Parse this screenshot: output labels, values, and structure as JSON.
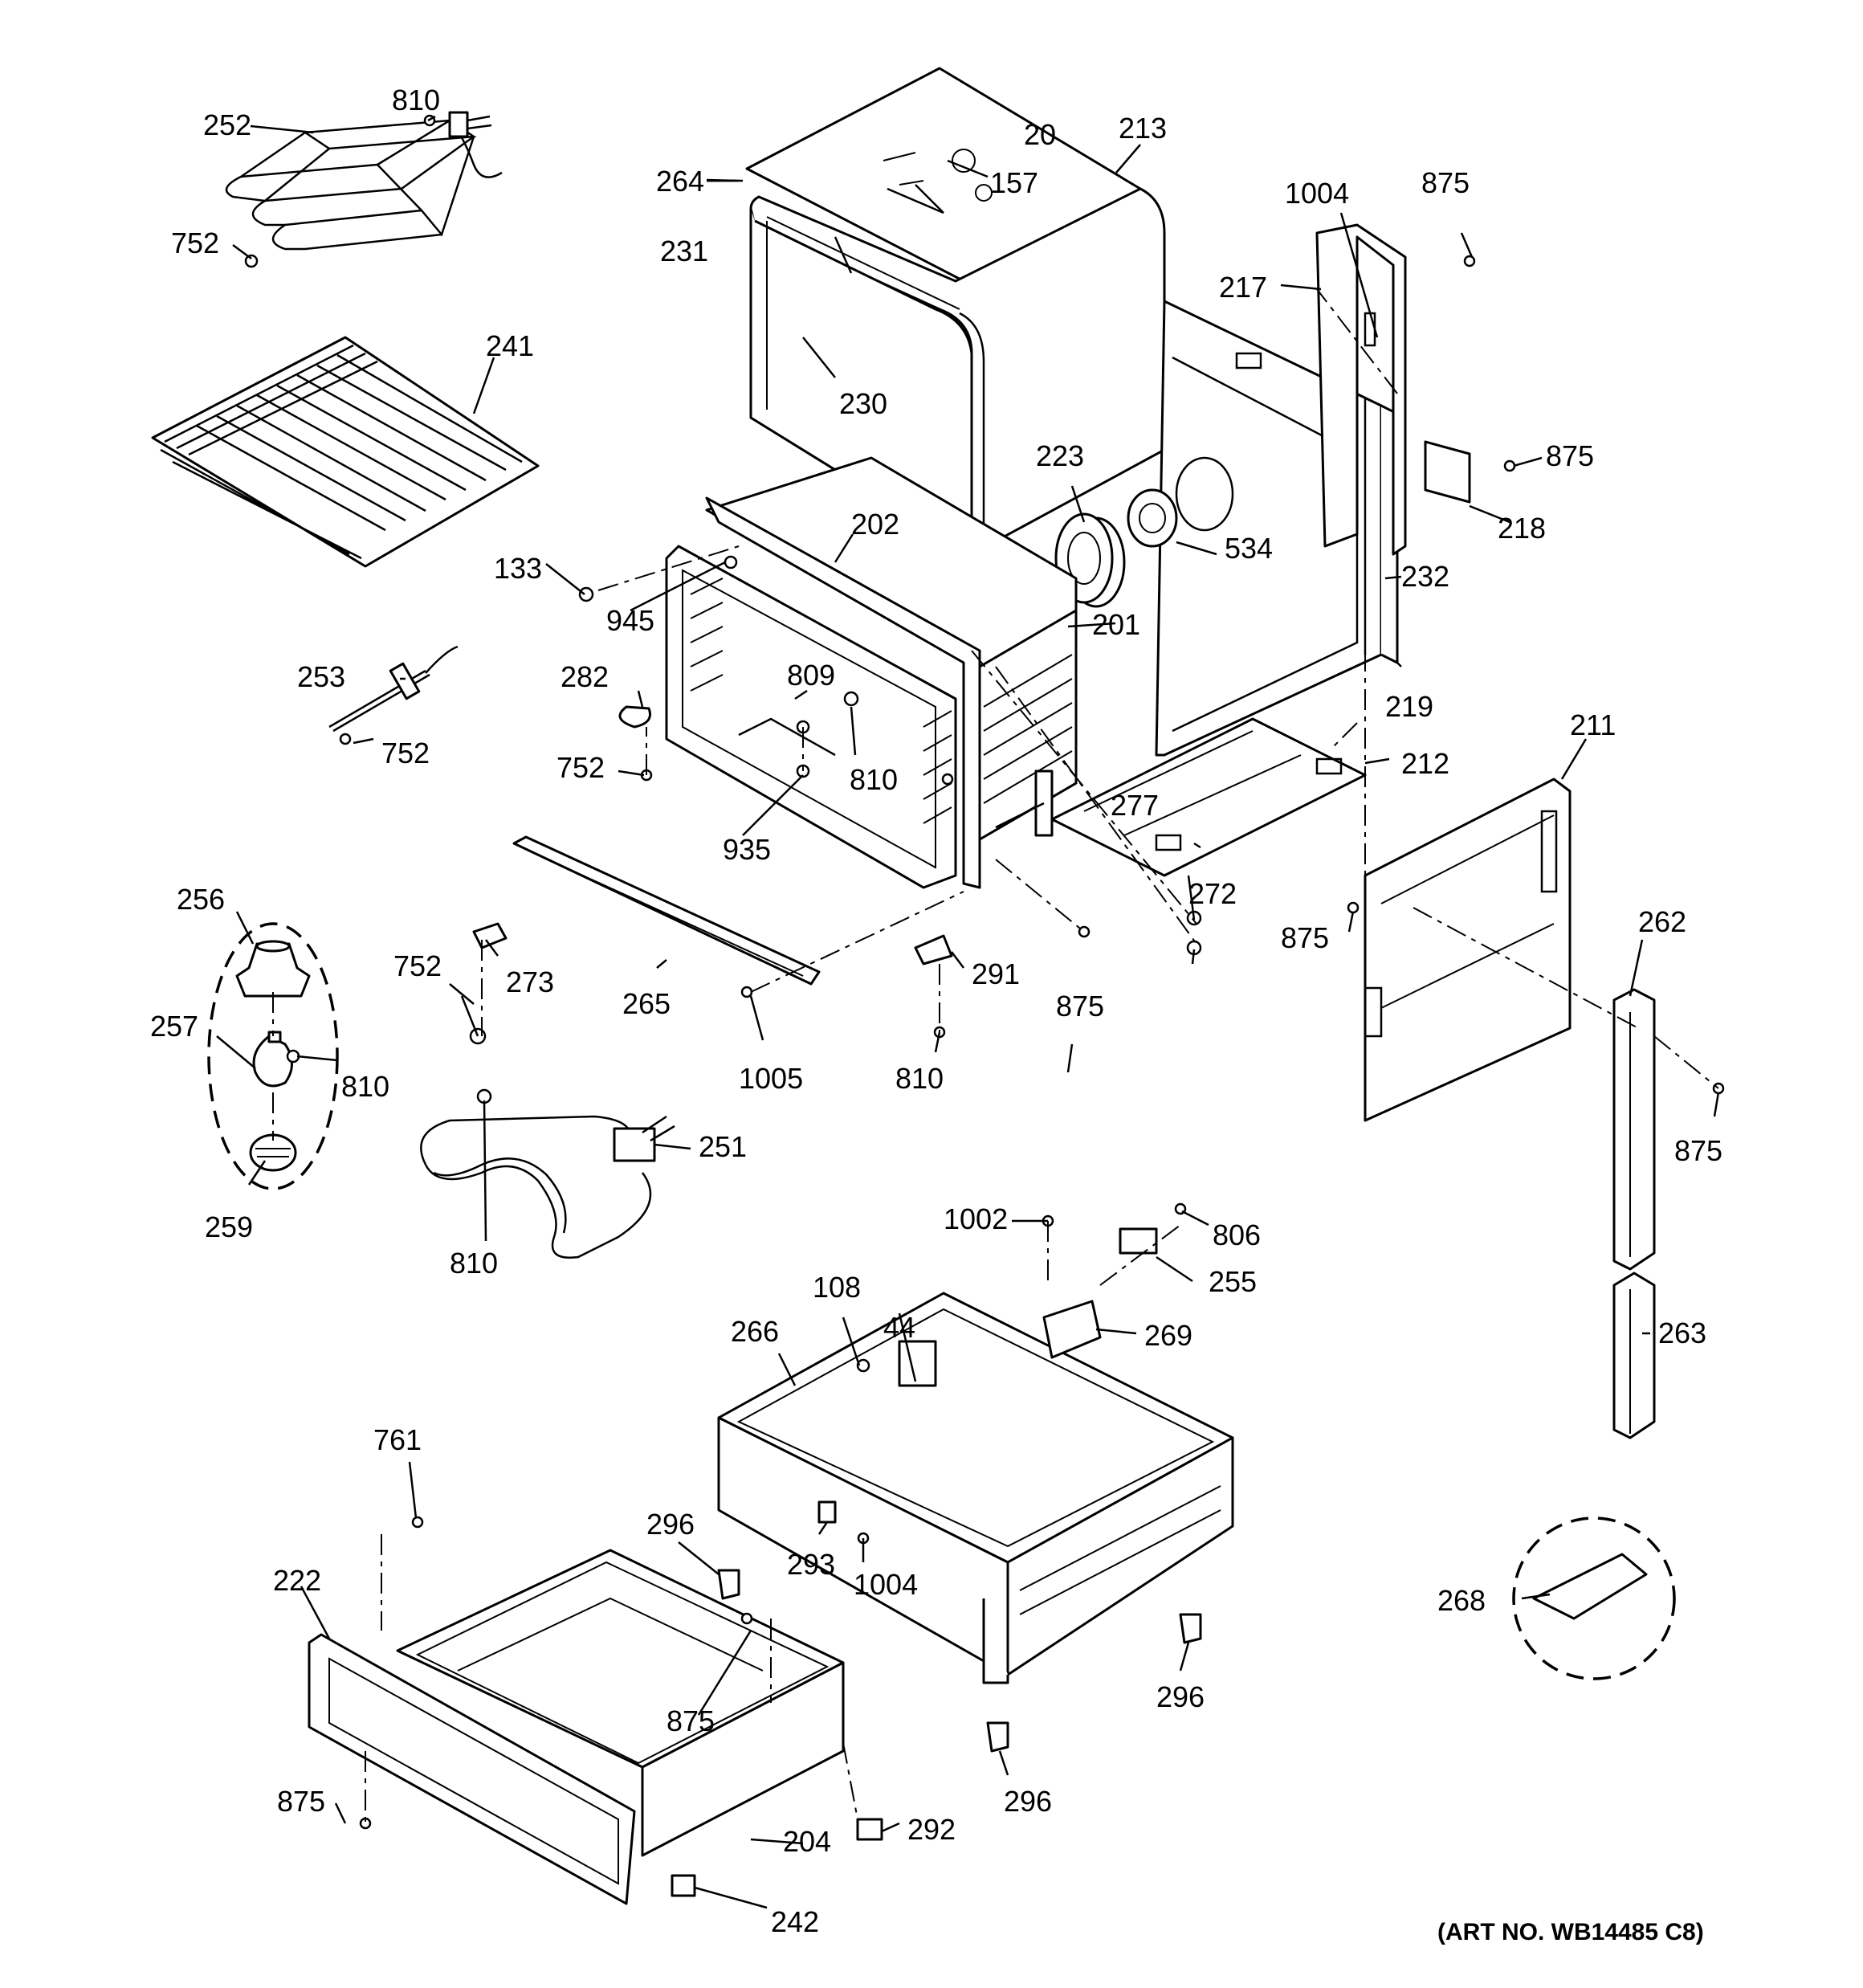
{
  "diagram": {
    "labels": {
      "l20": "20",
      "l44": "44",
      "l108": "108",
      "l133": "133",
      "l157": "157",
      "l201": "201",
      "l202": "202",
      "l204": "204",
      "l211": "211",
      "l212": "212",
      "l213": "213",
      "l217": "217",
      "l218": "218",
      "l219": "219",
      "l222": "222",
      "l223": "223",
      "l230": "230",
      "l231": "231",
      "l232": "232",
      "l241": "241",
      "l242": "242",
      "l251": "251",
      "l252": "252",
      "l253": "253",
      "l255": "255",
      "l256": "256",
      "l257": "257",
      "l259": "259",
      "l262": "262",
      "l263": "263",
      "l264": "264",
      "l265": "265",
      "l266": "266",
      "l268": "268",
      "l269": "269",
      "l272": "272",
      "l273": "273",
      "l277": "277",
      "l282": "282",
      "l291": "291",
      "l292": "292",
      "l293": "293",
      "l296": "296",
      "l534": "534",
      "l752": "752",
      "l761": "761",
      "l806": "806",
      "l809": "809",
      "l810": "810",
      "l875": "875",
      "l935": "935",
      "l945": "945",
      "l1002": "1002",
      "l1004": "1004",
      "l1005": "1005"
    },
    "art_number": "(ART NO. WB14485 C8)"
  }
}
